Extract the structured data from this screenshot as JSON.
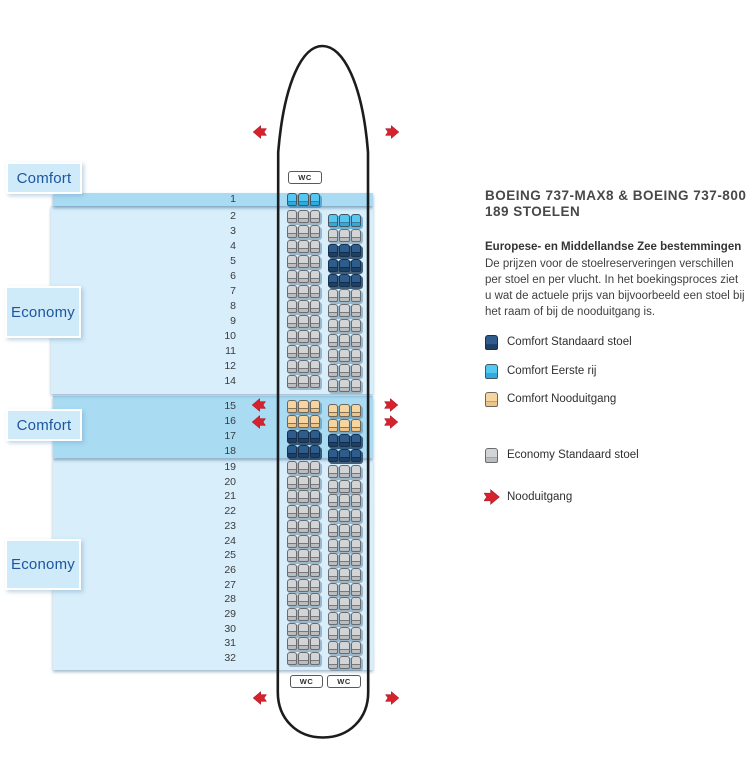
{
  "title": {
    "line1": "BOEING 737-MAX8 & BOEING 737-800",
    "line2": "189 STOELEN"
  },
  "description": {
    "heading": "Europese- en Middellandse Zee bestemmingen",
    "body": "De prijzen voor de stoelreserveringen verschillen per stoel en per vlucht. In het boekingsproces ziet u wat de actuele prijs van bijvoorbeeld een stoel bij het raam of bij de nooduitgang is."
  },
  "legend": [
    {
      "type": "comfort",
      "label": "Comfort Standaard stoel"
    },
    {
      "type": "first",
      "label": "Comfort Eerste rij"
    },
    {
      "type": "exit",
      "label": "Comfort Nooduitgang"
    },
    {
      "type": "eco",
      "label": "Economy Standaard stoel"
    },
    {
      "type": "arrow",
      "label": "Nooduitgang"
    }
  ],
  "seatmap": {
    "wc_label": "WC",
    "sections": [
      {
        "class_label": "Comfort",
        "band": "medium",
        "rows": [
          {
            "n": "1",
            "left": "first",
            "right": null
          }
        ]
      },
      {
        "class_label": "Economy",
        "band": "light",
        "rows": [
          {
            "n": "2",
            "left": "eco",
            "right": "first"
          },
          {
            "n": "3",
            "left": "eco",
            "right": "eco"
          },
          {
            "n": "4",
            "left": "eco",
            "right": "comfort"
          },
          {
            "n": "5",
            "left": "eco",
            "right": "comfort"
          },
          {
            "n": "6",
            "left": "eco",
            "right": "comfort"
          },
          {
            "n": "7",
            "left": "eco",
            "right": "eco"
          },
          {
            "n": "8",
            "left": "eco",
            "right": "eco"
          },
          {
            "n": "9",
            "left": "eco",
            "right": "eco"
          },
          {
            "n": "10",
            "left": "eco",
            "right": "eco"
          },
          {
            "n": "11",
            "left": "eco",
            "right": "eco"
          },
          {
            "n": "12",
            "left": "eco",
            "right": "eco"
          },
          {
            "n": "14",
            "left": "eco",
            "right": "eco"
          }
        ]
      },
      {
        "class_label": "Comfort",
        "band": "medium",
        "rows": [
          {
            "n": "15",
            "left": "exit",
            "right": "exit"
          },
          {
            "n": "16",
            "left": "exit",
            "right": "exit"
          },
          {
            "n": "17",
            "left": "comfort",
            "right": "comfort"
          },
          {
            "n": "18",
            "left": "comfort",
            "right": "comfort"
          }
        ]
      },
      {
        "class_label": "Economy",
        "band": "light",
        "rows": [
          {
            "n": "19",
            "left": "eco",
            "right": "eco"
          },
          {
            "n": "20",
            "left": "eco",
            "right": "eco"
          },
          {
            "n": "21",
            "left": "eco",
            "right": "eco"
          },
          {
            "n": "22",
            "left": "eco",
            "right": "eco"
          },
          {
            "n": "23",
            "left": "eco",
            "right": "eco"
          },
          {
            "n": "24",
            "left": "eco",
            "right": "eco"
          },
          {
            "n": "25",
            "left": "eco",
            "right": "eco"
          },
          {
            "n": "26",
            "left": "eco",
            "right": "eco"
          },
          {
            "n": "27",
            "left": "eco",
            "right": "eco"
          },
          {
            "n": "28",
            "left": "eco",
            "right": "eco"
          },
          {
            "n": "29",
            "left": "eco",
            "right": "eco"
          },
          {
            "n": "30",
            "left": "eco",
            "right": "eco"
          },
          {
            "n": "31",
            "left": "eco",
            "right": "eco"
          },
          {
            "n": "32",
            "left": "eco",
            "right": "eco"
          }
        ]
      }
    ]
  },
  "colors": {
    "band_medium": "#a9dcf3",
    "band_light": "#d8eefa",
    "label_box": "#cfeaf8",
    "label_text": "#1d56a0",
    "seat_comfort": "#2e5c8d",
    "seat_first": "#54c7f2",
    "seat_exit": "#f6d5a1",
    "seat_eco": "#d3d4d6",
    "exit_arrow_red": "#d7222e",
    "title_text": "#48484a"
  }
}
